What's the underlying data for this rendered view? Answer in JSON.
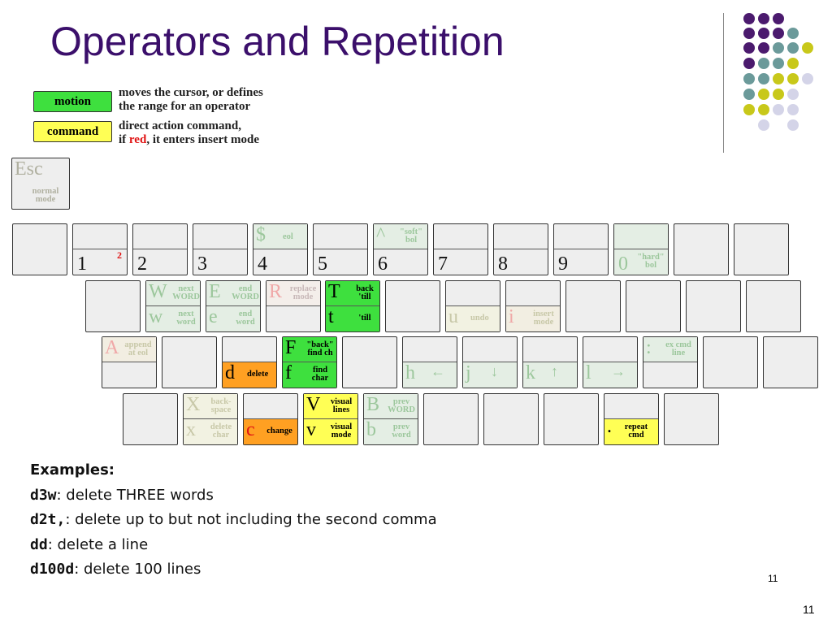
{
  "title": "Operators and Repetition",
  "legend": {
    "motion_label": "motion",
    "motion_desc_1": "moves the cursor, or defines",
    "motion_desc_2": "the range for an operator",
    "command_label": "command",
    "command_desc_1": "direct action command,",
    "command_desc_2a": "if",
    "command_desc_2b": "red",
    "command_desc_2c": ", it enters insert mode"
  },
  "keys": {
    "esc": {
      "big": "Esc",
      "small": "normal mode"
    },
    "k1": "1",
    "k1_sup": "2",
    "k2": "2",
    "k3": "3",
    "k4": "4",
    "k4_big": "$",
    "k4_small": "eol",
    "k5": "5",
    "k6": "6",
    "k6_big": "^",
    "k6_small": "\"soft\" bol",
    "k7": "7",
    "k8": "8",
    "k9": "9",
    "k0": "0",
    "k0_small": "\"hard\" bol",
    "W": {
      "big": "W",
      "small": "next WORD"
    },
    "w": {
      "big": "w",
      "small": "next word"
    },
    "E": {
      "big": "E",
      "small": "end WORD"
    },
    "e": {
      "big": "e",
      "small": "end word"
    },
    "R": {
      "big": "R",
      "small": "replace mode"
    },
    "T": {
      "big": "T",
      "small": "back 'till"
    },
    "t": {
      "big": "t",
      "small": "'till"
    },
    "u": {
      "big": "u",
      "small": "undo"
    },
    "i": {
      "big": "i",
      "small": "insert mode"
    },
    "A": {
      "big": "A",
      "small": "append at eol"
    },
    "d": {
      "big": "d",
      "small": "delete"
    },
    "F": {
      "big": "F",
      "small": "\"back\" find ch"
    },
    "f": {
      "big": "f",
      "small": "find char"
    },
    "h": "h",
    "j": "j",
    "k": "k",
    "l": "l",
    "colon": {
      "big": ":",
      "small": "ex cmd line"
    },
    "X": {
      "big": "X",
      "small": "back-space"
    },
    "x": {
      "big": "x",
      "small": "delete char"
    },
    "c": {
      "big": "c",
      "small": "change"
    },
    "V": {
      "big": "V",
      "small": "visual lines"
    },
    "v": {
      "big": "v",
      "small": "visual mode"
    },
    "B": {
      "big": "B",
      "small": "prev WORD"
    },
    "b": {
      "big": "b",
      "small": "prev word"
    },
    "dot": {
      "big": ".",
      "small": "repeat cmd"
    }
  },
  "examples": {
    "heading": "Examples:",
    "items": [
      {
        "code": "d3w",
        "desc": ": delete THREE words"
      },
      {
        "code": "d2t,",
        "desc": ": delete up to but not including the second comma"
      },
      {
        "code": "dd",
        "desc": ": delete a line"
      },
      {
        "code": "d100d",
        "desc": ": delete 100 lines"
      }
    ]
  },
  "slide_number_inner": "11",
  "slide_number": "11",
  "colors": {
    "title": "#3b0f6b",
    "motion": "#3ee03e",
    "command": "#ffff55",
    "operator": "#ffa022",
    "dot_purple": "#4b1a6e",
    "dot_teal": "#6b9a9a",
    "dot_yellow": "#c8c81a",
    "dot_lavender": "#d4d4e8"
  }
}
